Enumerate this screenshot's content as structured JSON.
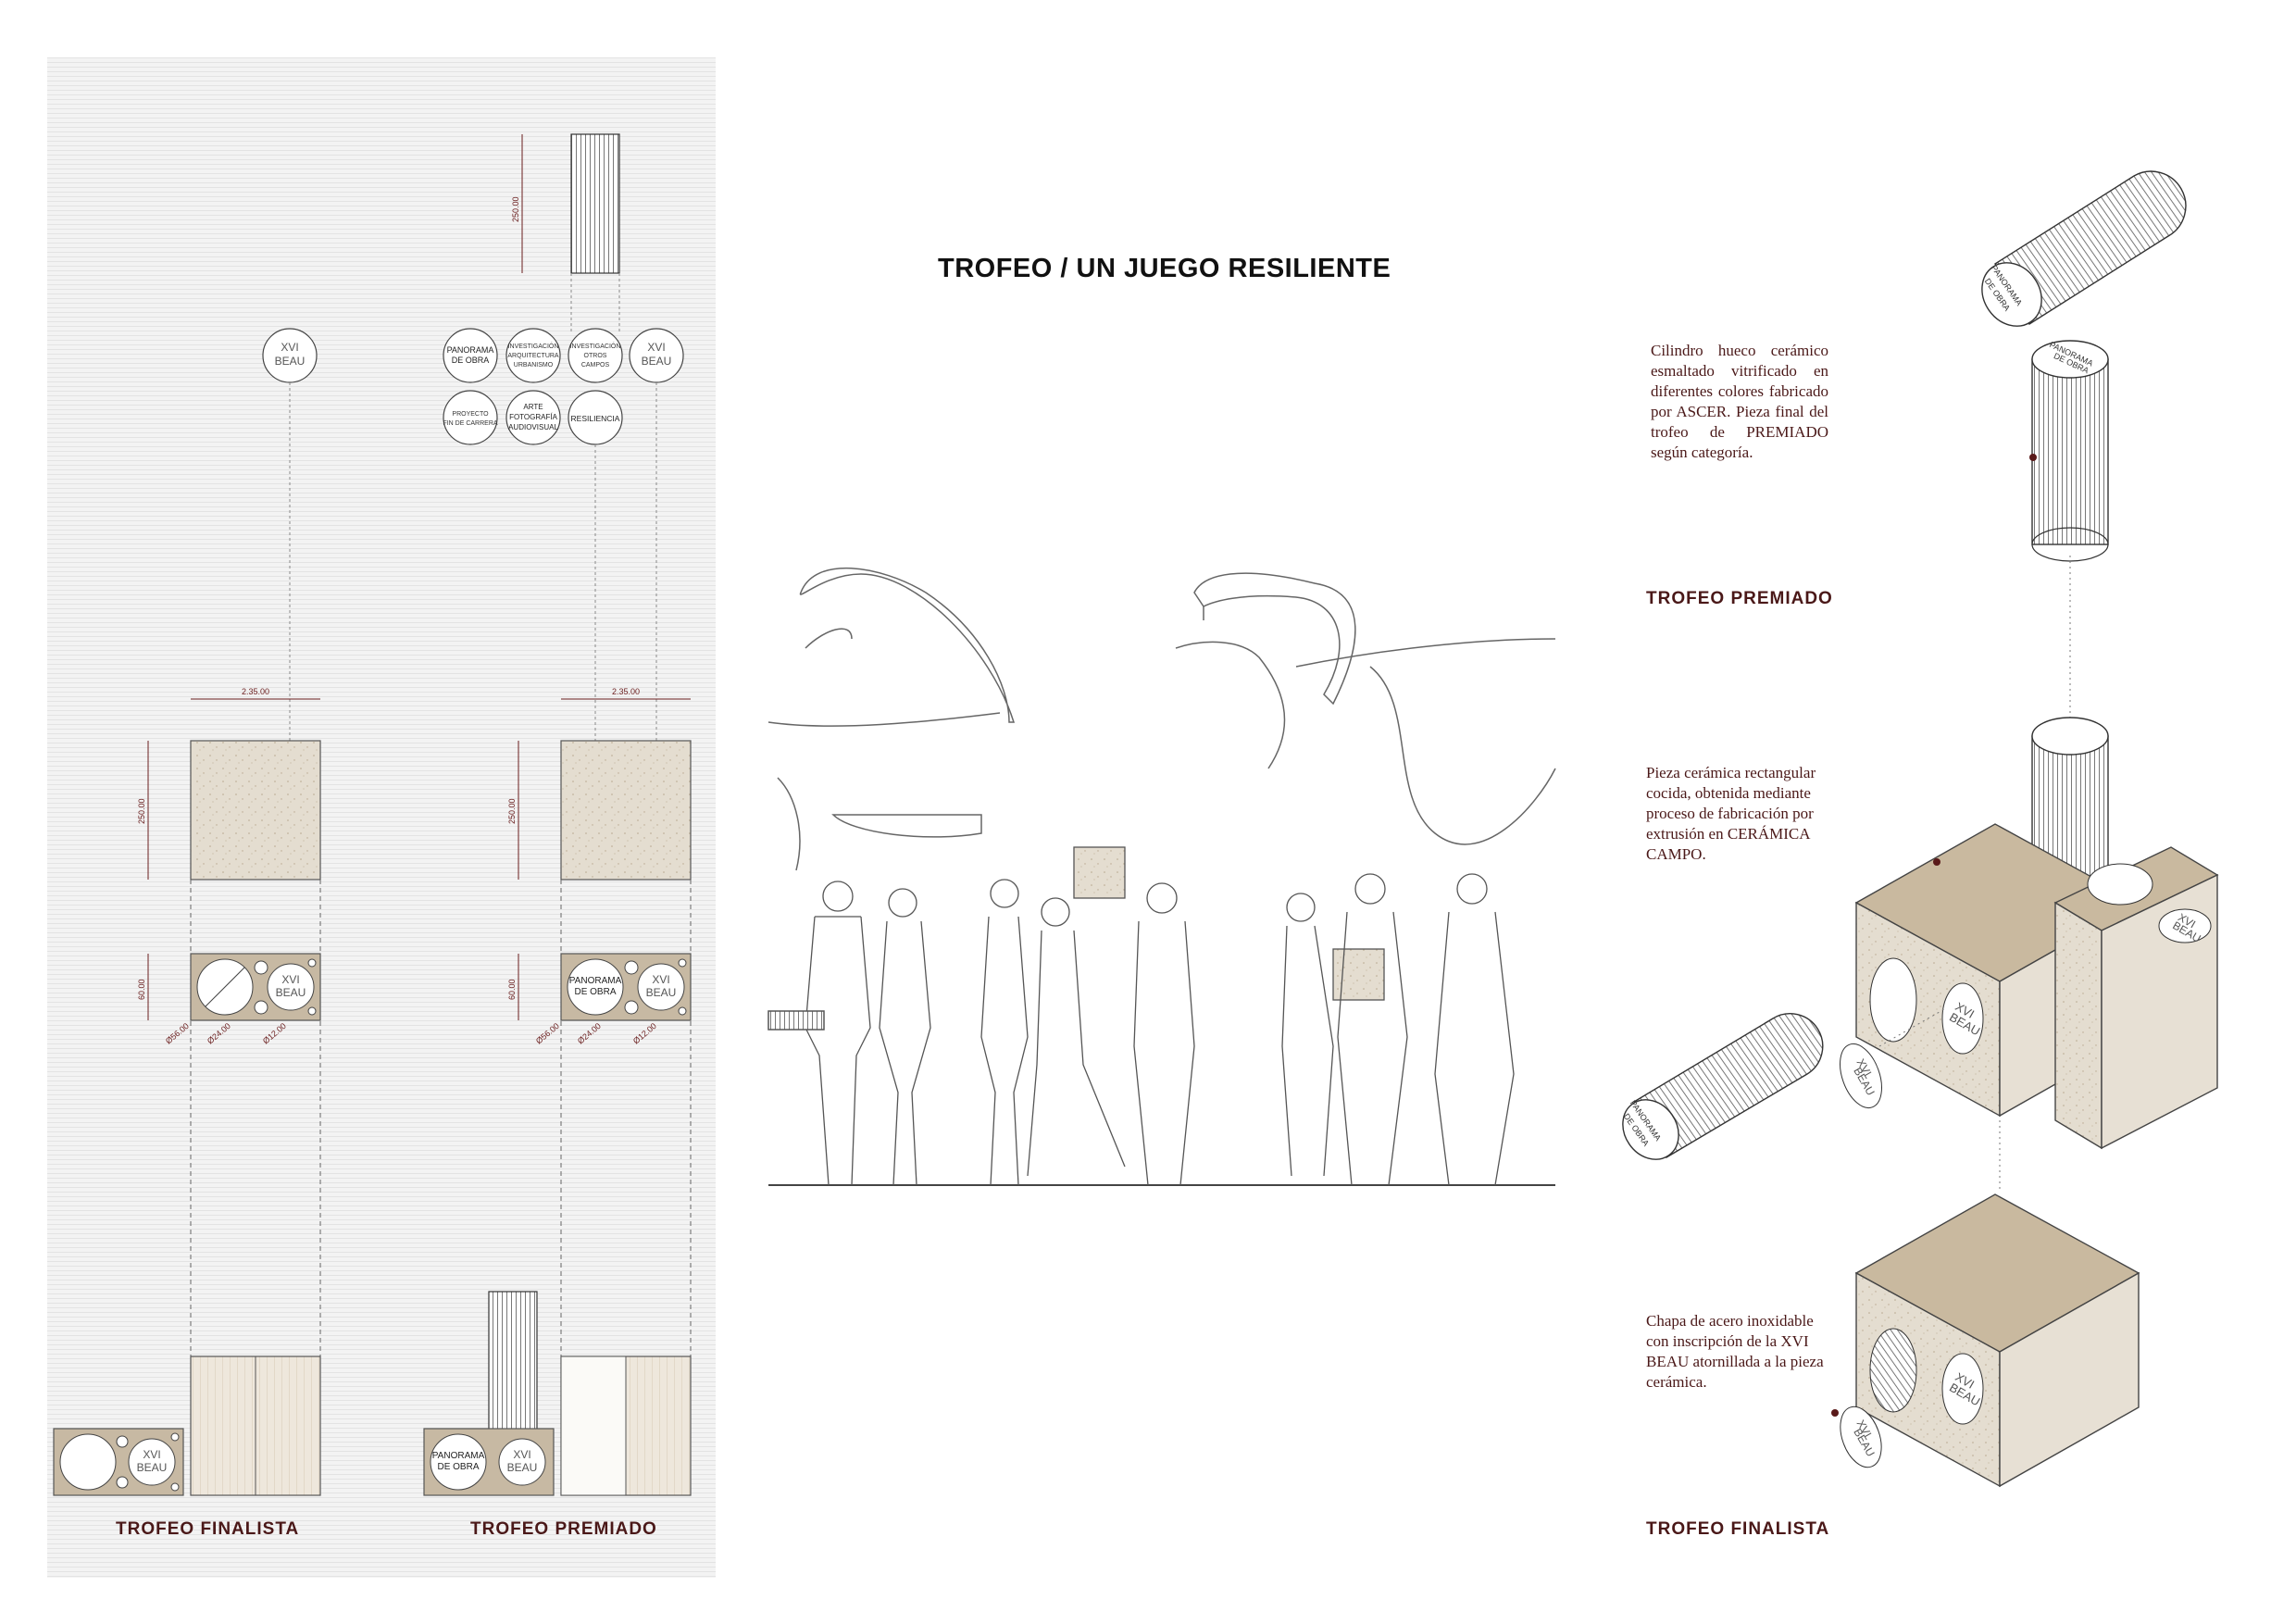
{
  "title": "TROFEO / UN JUEGO RESILIENTE",
  "left_panel": {
    "label_finalista": "TROFEO  FINALISTA",
    "label_premiado": "TROFEO  PREMIADO",
    "plaque": {
      "line1": "XVI",
      "line2": "BEAU"
    },
    "plaque_panorama": {
      "line1": "PANORAMA",
      "line2": "DE OBRA"
    },
    "categories_row1": [
      {
        "l1": "PANORAMA",
        "l2": "DE OBRA",
        "l3": ""
      },
      {
        "l1": "INVESTIGACIÓN",
        "l2": "ARQUITECTURA",
        "l3": "URBANISMO"
      },
      {
        "l1": "INVESTIGACIÓN",
        "l2": "OTROS",
        "l3": "CAMPOS"
      }
    ],
    "categories_row2": [
      {
        "l1": "PROYECTO",
        "l2": "FIN DE CARRERA",
        "l3": ""
      },
      {
        "l1": "ARTE",
        "l2": "FOTOGRAFÍA",
        "l3": "AUDIOVISUAL"
      },
      {
        "l1": "RESILIENCIA",
        "l2": "",
        "l3": ""
      }
    ],
    "dimensions": {
      "width": "2.35.00",
      "height_cylinder": "250.00",
      "height_block": "250.00",
      "height_plan": "60.00",
      "d1": "Ø56.00",
      "d2": "Ø24.00",
      "d3": "Ø12.00"
    }
  },
  "right_panel": {
    "note_cylinder": "Cilindro hueco cerámico esmaltado vitrificado en diferentes colores fabricado por ASCER. Pieza final del trofeo de PREMIADO según categoría.",
    "note_block": "Pieza cerámica rectangular cocida, obtenida mediante proceso de fabricación por extrusión en CERÁMICA CAMPO.",
    "note_plate": "Chapa de acero inoxidable con inscripción de la XVI BEAU atornillada a la pieza cerámica.",
    "label_premiado": "TROFEO  PREMIADO",
    "label_finalista": "TROFEO  FINALISTA"
  },
  "colors": {
    "accent": "#5a1a1a",
    "ceramic": "#d8cfbf",
    "ceramic_dark": "#c7b9a3",
    "panel_bg": "#f3f3f3"
  }
}
